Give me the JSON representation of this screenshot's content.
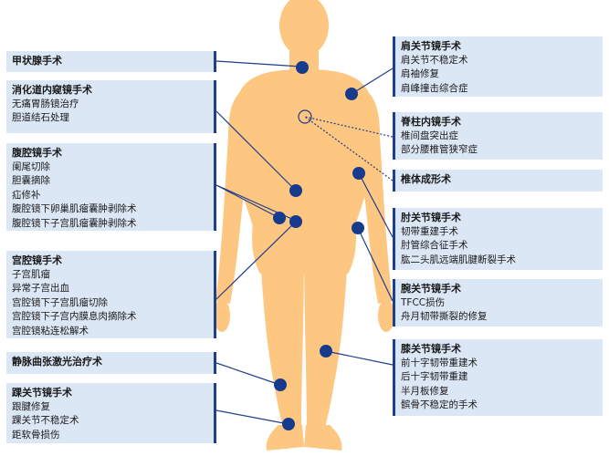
{
  "colors": {
    "body_fill": "#fdc681",
    "label_bg": "#dce7f5",
    "accent": "#1f3e8c",
    "dot": "#163a8c"
  },
  "left": [
    {
      "title": "甲状腺手术",
      "items": []
    },
    {
      "title": "消化道内窥镜手术",
      "items": [
        "无痛胃肠镜治疗",
        "胆道结石处理"
      ]
    },
    {
      "title": "腹腔镜手术",
      "items": [
        "阑尾切除",
        "胆囊摘除",
        "疝修补",
        "腹腔镜下卵巢肌瘤囊肿剥除术",
        "腹腔镜下子宫肌瘤囊肿剥除术"
      ]
    },
    {
      "title": "宫腔镜手术",
      "items": [
        "子宫肌瘤",
        "异常子宫出血",
        "宫腔镜下子宫肌瘤切除",
        "宫腔镜下子宫内膜息肉摘除术",
        "宫腔镜粘连松解术"
      ]
    },
    {
      "title": "静脉曲张激光治疗术",
      "items": []
    },
    {
      "title": "踝关节镜手术",
      "items": [
        "跟腱修复",
        "踝关节不稳定术",
        "距软骨损伤"
      ]
    }
  ],
  "right": [
    {
      "title": "肩关节镜手术",
      "items": [
        "肩关节不稳定术",
        "肩袖修复",
        "肩峰撞击综合症"
      ]
    },
    {
      "title": "脊柱内镜手术",
      "items": [
        "椎间盘突出症",
        "部分腰椎管狭窄症"
      ]
    },
    {
      "title": "椎体成形术",
      "items": []
    },
    {
      "title": "肘关节镜手术",
      "items": [
        "韧带重建手术",
        "肘管综合征手术",
        "肱二头肌远端肌腱断裂手术"
      ]
    },
    {
      "title": "腕关节镜手术",
      "items": [
        "TFCC损伤",
        "舟月韧带撕裂的修复"
      ]
    },
    {
      "title": "膝关节镜手术",
      "items": [
        "前十字韧带重建术",
        "后十字韧带重建",
        "半月板修复",
        "髌骨不稳定的手术"
      ]
    }
  ]
}
